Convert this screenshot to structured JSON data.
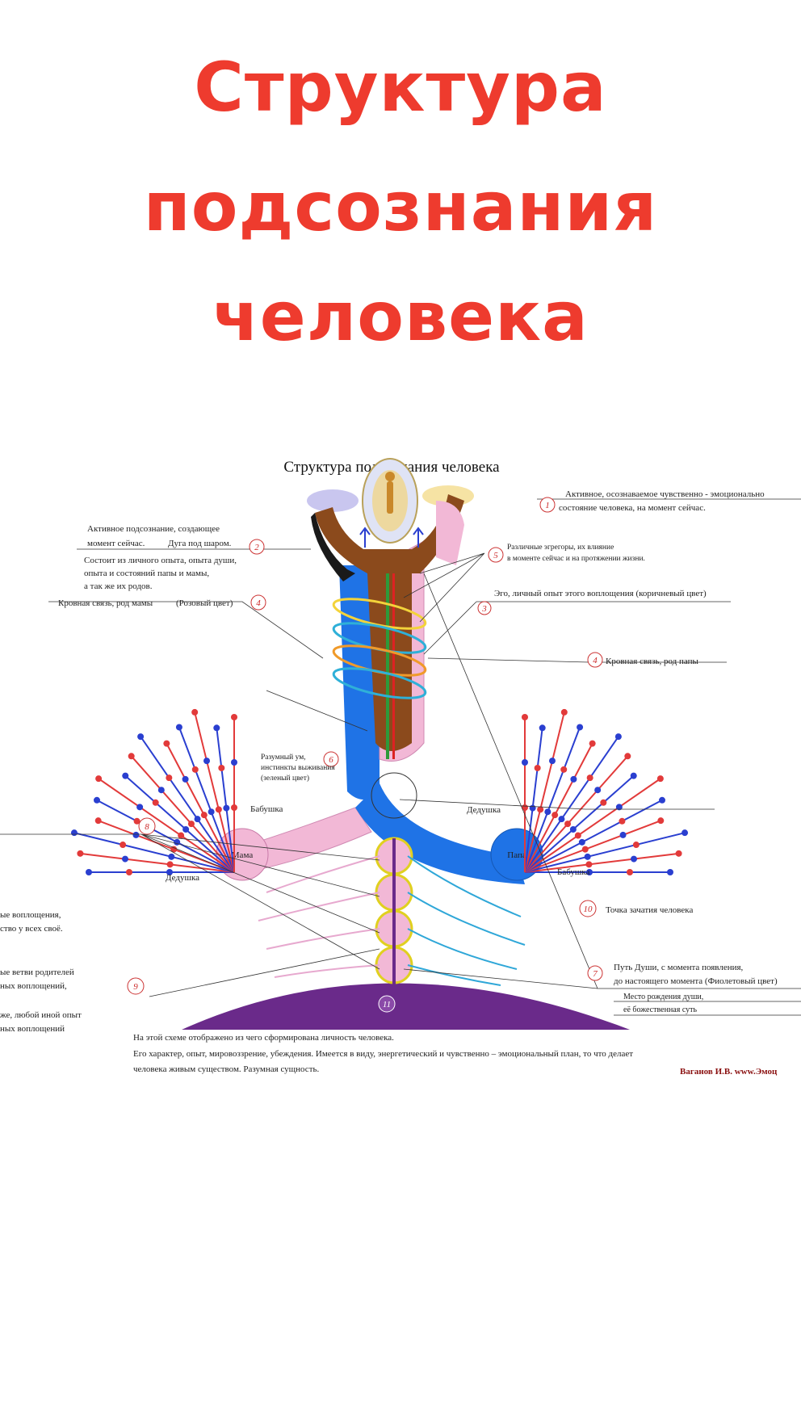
{
  "headline": {
    "line1": "Структура",
    "line2": "подсознания",
    "line3": "человека"
  },
  "diagram": {
    "title": "Структура подсознания человека",
    "labels": {
      "active_state": "Активное, осознаваемое чувственно - эмоционально",
      "active_state2": "состояние человека, на момент сейчас.",
      "active_sub1": "Активное подсознание, создающее",
      "active_sub2": "момент сейчас.",
      "arc": "Дуга под шаром.",
      "consists1": "Состоит из личного опыта, опыта души,",
      "consists2": "опыта и состояний папы и мамы,",
      "consists3": "а так же их родов.",
      "egregors1": "Различные эгрегоры, их влияние",
      "egregors2": "в моменте сейчас и на протяжении жизни.",
      "ego": "Эго, личный опыт этого воплощения (коричневый цвет)",
      "blood_mom": "Кровная связь, род мамы",
      "pink": "(Розовый цвет)",
      "blood_dad": "Кровная связь, род папы",
      "mind1": "Разумный ум,",
      "mind2": "инстинкты выживания",
      "mind3": "(зеленый цвет)",
      "grandma_left": "Бабушка",
      "grandpa_left": "Дедушка",
      "grandpa_right": "Дедушка",
      "grandma_right": "Бабушка",
      "mom": "Мама",
      "dad": "Папа",
      "conception": "Точка зачатия человека",
      "left8a": "ые воплощения,",
      "left8b": "ство у всех своё.",
      "left9a": "ые ветви родителей",
      "left9b": "ных воплощений,",
      "left10a": "же, любой иной опыт",
      "left10b": "ных воплощений",
      "soul1": "Путь Души, с момента появления,",
      "soul2": "до настоящего момента (Фиолетовый цвет)",
      "birth1": "Место рождения души,",
      "birth2": "её божественная суть",
      "bottom1": "На этой схеме отображено из чего сформирована личность человека.",
      "bottom2": "Его характер, опыт, мировоззрение, убеждения. Имеется в виду, энергетический и чувственно – эмоциональный план, то что делает",
      "bottom3": "человека живым существом. Разумная сущность.",
      "author": "Ваганов И.В.  www.Эмоц"
    },
    "numbers": [
      "1",
      "2",
      "3",
      "4",
      "5",
      "6",
      "7",
      "8",
      "9",
      "10",
      "11"
    ],
    "colors": {
      "headline": "#ee3b2e",
      "pink": "#f2b8d6",
      "blue": "#1f73e6",
      "brown": "#8b4a1c",
      "purple": "#6a2a8a",
      "red_node": "#e23a3a",
      "blue_node": "#2a3fd0"
    }
  }
}
